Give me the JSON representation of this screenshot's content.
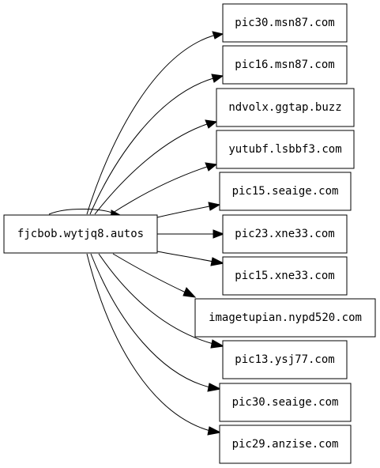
{
  "graph": {
    "source": {
      "id": "src",
      "label": "fjcbob.wytjq8.autos"
    },
    "targets": [
      {
        "id": "t1",
        "label": "pic30.msn87.com"
      },
      {
        "id": "t2",
        "label": "pic16.msn87.com"
      },
      {
        "id": "t3",
        "label": "ndvolx.ggtap.buzz"
      },
      {
        "id": "t4",
        "label": "yutubf.lsbbf3.com"
      },
      {
        "id": "t5",
        "label": "pic15.seaige.com"
      },
      {
        "id": "t6",
        "label": "pic23.xne33.com"
      },
      {
        "id": "t7",
        "label": "pic15.xne33.com"
      },
      {
        "id": "t8",
        "label": "imagetupian.nypd520.com"
      },
      {
        "id": "t9",
        "label": "pic13.ysj77.com"
      },
      {
        "id": "t10",
        "label": "pic30.seaige.com"
      },
      {
        "id": "t11",
        "label": "pic29.anzise.com"
      }
    ],
    "edges": [
      {
        "from": "src",
        "to": "t1"
      },
      {
        "from": "src",
        "to": "t2"
      },
      {
        "from": "src",
        "to": "t3"
      },
      {
        "from": "src",
        "to": "t4"
      },
      {
        "from": "src",
        "to": "t5"
      },
      {
        "from": "src",
        "to": "t6"
      },
      {
        "from": "src",
        "to": "t7"
      },
      {
        "from": "src",
        "to": "t8"
      },
      {
        "from": "src",
        "to": "t9"
      },
      {
        "from": "src",
        "to": "t10"
      },
      {
        "from": "src",
        "to": "t11"
      },
      {
        "from": "src",
        "to": "src"
      }
    ],
    "colors": {
      "stroke": "#000000",
      "background": "#ffffff"
    }
  }
}
